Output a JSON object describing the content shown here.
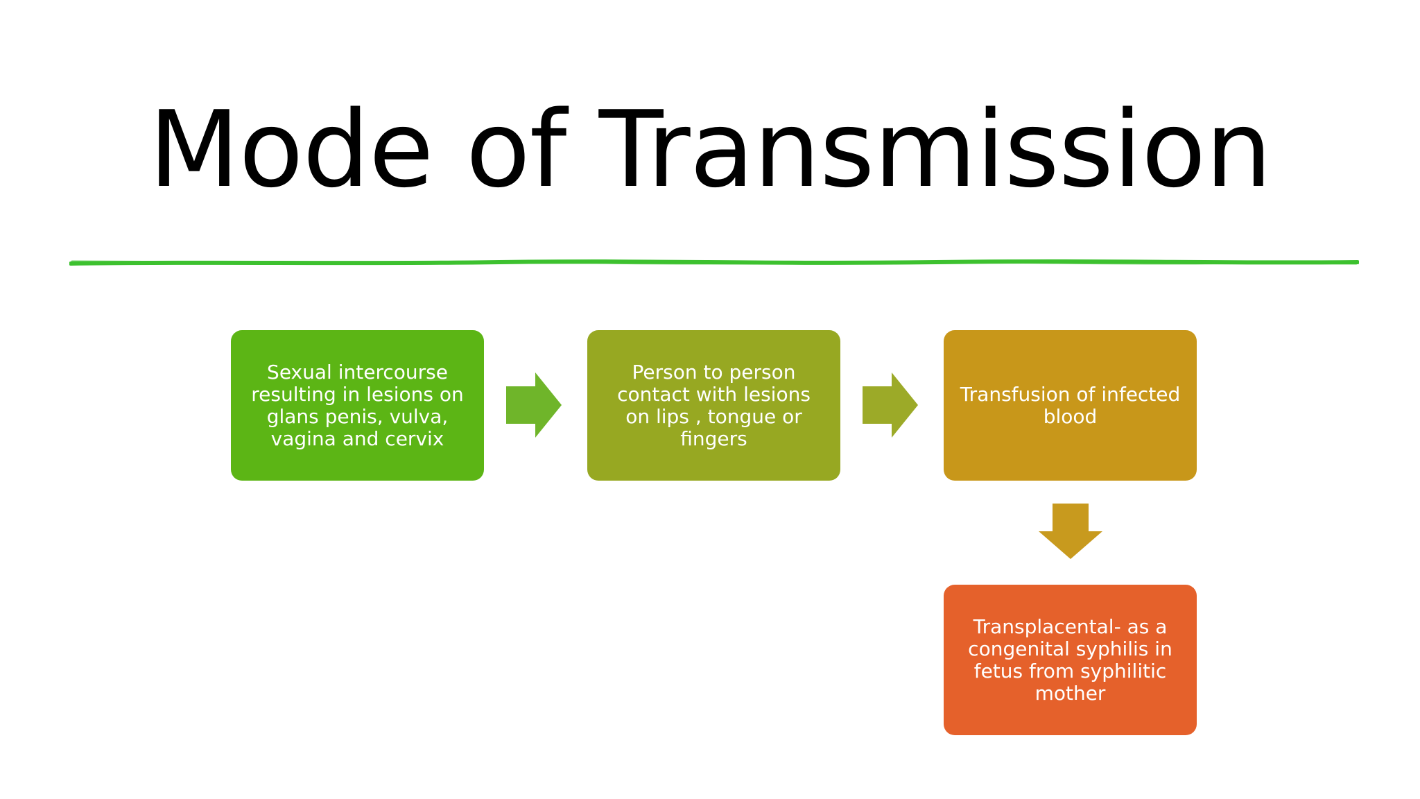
{
  "title": "Mode of Transmission",
  "colors": {
    "divider": "#3dc12f",
    "box1": "#5cb515",
    "box2": "#97a822",
    "box3": "#c8971a",
    "box4": "#e5612b",
    "arrow1": "#6fb52a",
    "arrow2": "#9caa28",
    "arrow3": "#c89a1e"
  },
  "flow": {
    "box1": "Sexual intercourse resulting in lesions on glans penis, vulva, vagina and cervix",
    "box2": "Person to person contact with lesions on lips , tongue or fingers",
    "box3": "Transfusion of infected blood",
    "box4": "Transplacental- as a congenital syphilis in fetus from syphilitic mother"
  }
}
